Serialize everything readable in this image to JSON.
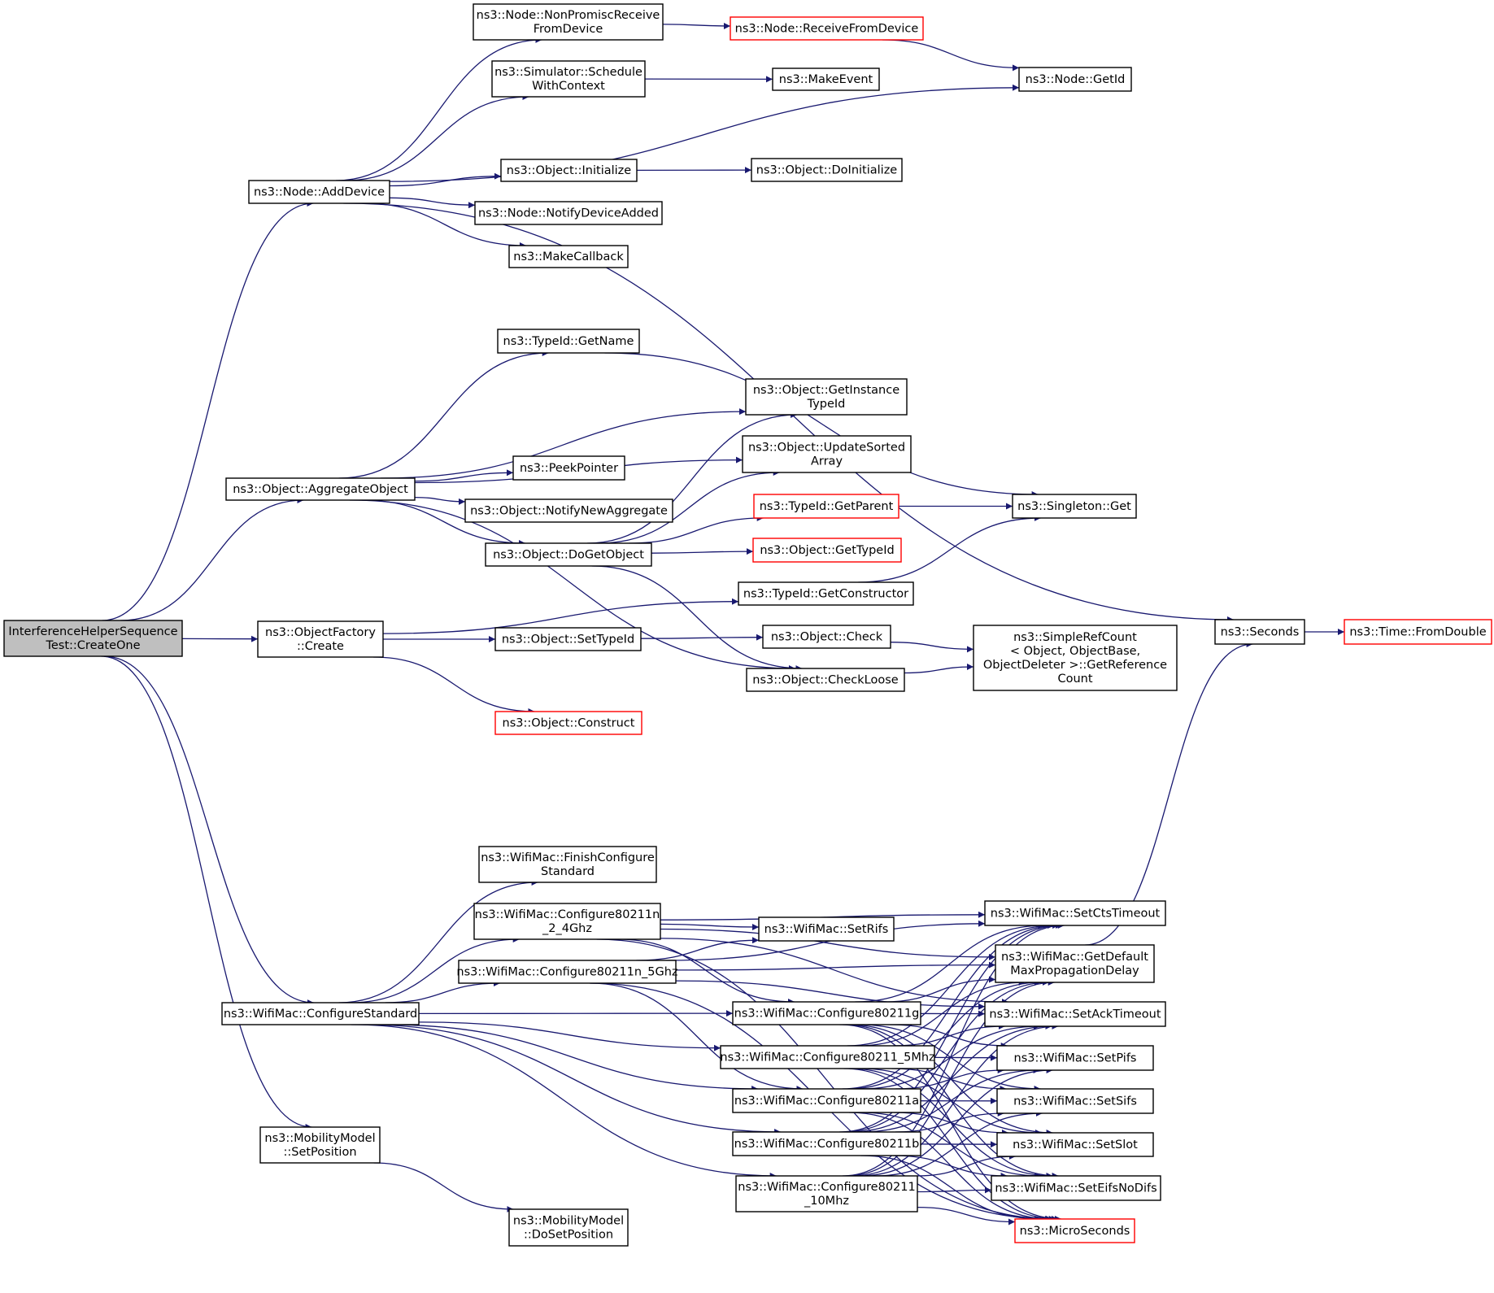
{
  "diagram": {
    "edge_color": "#191970",
    "node_border": "#000000",
    "external_border": "#ff0000",
    "root_fill": "#bfbfbf",
    "nodes": [
      {
        "id": "root",
        "lines": [
          "InterferenceHelperSequence",
          "Test::CreateOne"
        ],
        "style": "root"
      },
      {
        "id": "addDevice",
        "lines": [
          "ns3::Node::AddDevice"
        ]
      },
      {
        "id": "aggObj",
        "lines": [
          "ns3::Object::AggregateObject"
        ]
      },
      {
        "id": "ofCreate",
        "lines": [
          "ns3::ObjectFactory",
          "::Create"
        ]
      },
      {
        "id": "confStd",
        "lines": [
          "ns3::WifiMac::ConfigureStandard"
        ]
      },
      {
        "id": "mmSetPos",
        "lines": [
          "ns3::MobilityModel",
          "::SetPosition"
        ]
      },
      {
        "id": "nonPromisc",
        "lines": [
          "ns3::Node::NonPromiscReceive",
          "FromDevice"
        ]
      },
      {
        "id": "recvFromDev",
        "lines": [
          "ns3::Node::ReceiveFromDevice"
        ],
        "style": "red"
      },
      {
        "id": "schedCtx",
        "lines": [
          "ns3::Simulator::Schedule",
          "WithContext"
        ]
      },
      {
        "id": "makeEvent",
        "lines": [
          "ns3::MakeEvent"
        ]
      },
      {
        "id": "getId",
        "lines": [
          "ns3::Node::GetId"
        ]
      },
      {
        "id": "objInit",
        "lines": [
          "ns3::Object::Initialize"
        ]
      },
      {
        "id": "doInit",
        "lines": [
          "ns3::Object::DoInitialize"
        ]
      },
      {
        "id": "notifyDev",
        "lines": [
          "ns3::Node::NotifyDeviceAdded"
        ]
      },
      {
        "id": "makeCb",
        "lines": [
          "ns3::MakeCallback"
        ]
      },
      {
        "id": "tidGetName",
        "lines": [
          "ns3::TypeId::GetName"
        ]
      },
      {
        "id": "getInstTid",
        "lines": [
          "ns3::Object::GetInstance",
          "TypeId"
        ]
      },
      {
        "id": "updSorted",
        "lines": [
          "ns3::Object::UpdateSorted",
          "Array"
        ]
      },
      {
        "id": "peekPtr",
        "lines": [
          "ns3::PeekPointer"
        ]
      },
      {
        "id": "notifyAgg",
        "lines": [
          "ns3::Object::NotifyNewAggregate"
        ]
      },
      {
        "id": "doGetObj",
        "lines": [
          "ns3::Object::DoGetObject"
        ]
      },
      {
        "id": "tidGetParent",
        "lines": [
          "ns3::TypeId::GetParent"
        ],
        "style": "red"
      },
      {
        "id": "singGet",
        "lines": [
          "ns3::Singleton::Get"
        ]
      },
      {
        "id": "objGetTid",
        "lines": [
          "ns3::Object::GetTypeId"
        ],
        "style": "red"
      },
      {
        "id": "tidGetCtor",
        "lines": [
          "ns3::TypeId::GetConstructor"
        ]
      },
      {
        "id": "setTypeId",
        "lines": [
          "ns3::Object::SetTypeId"
        ]
      },
      {
        "id": "objCheck",
        "lines": [
          "ns3::Object::Check"
        ]
      },
      {
        "id": "simpleRef",
        "lines": [
          "ns3::SimpleRefCount",
          "< Object, ObjectBase,",
          " ObjectDeleter >::GetReference",
          "Count"
        ]
      },
      {
        "id": "checkLoose",
        "lines": [
          "ns3::Object::CheckLoose"
        ]
      },
      {
        "id": "construct",
        "lines": [
          "ns3::Object::Construct"
        ],
        "style": "red"
      },
      {
        "id": "seconds",
        "lines": [
          "ns3::Seconds"
        ]
      },
      {
        "id": "fromDouble",
        "lines": [
          "ns3::Time::FromDouble"
        ],
        "style": "red"
      },
      {
        "id": "finishConf",
        "lines": [
          "ns3::WifiMac::FinishConfigure",
          "Standard"
        ]
      },
      {
        "id": "conf11n24",
        "lines": [
          "ns3::WifiMac::Configure80211n",
          "_2_4Ghz"
        ]
      },
      {
        "id": "conf11n5",
        "lines": [
          "ns3::WifiMac::Configure80211n_5Ghz"
        ]
      },
      {
        "id": "setRifs",
        "lines": [
          "ns3::WifiMac::SetRifs"
        ]
      },
      {
        "id": "conf11g",
        "lines": [
          "ns3::WifiMac::Configure80211g"
        ]
      },
      {
        "id": "conf5mhz",
        "lines": [
          "ns3::WifiMac::Configure80211_5Mhz"
        ]
      },
      {
        "id": "conf11a",
        "lines": [
          "ns3::WifiMac::Configure80211a"
        ]
      },
      {
        "id": "conf11b",
        "lines": [
          "ns3::WifiMac::Configure80211b"
        ]
      },
      {
        "id": "conf10mhz",
        "lines": [
          "ns3::WifiMac::Configure80211",
          "_10Mhz"
        ]
      },
      {
        "id": "setCts",
        "lines": [
          "ns3::WifiMac::SetCtsTimeout"
        ]
      },
      {
        "id": "getMaxProp",
        "lines": [
          "ns3::WifiMac::GetDefault",
          "MaxPropagationDelay"
        ]
      },
      {
        "id": "setAck",
        "lines": [
          "ns3::WifiMac::SetAckTimeout"
        ]
      },
      {
        "id": "setPifs",
        "lines": [
          "ns3::WifiMac::SetPifs"
        ]
      },
      {
        "id": "setSifs",
        "lines": [
          "ns3::WifiMac::SetSifs"
        ]
      },
      {
        "id": "setSlot",
        "lines": [
          "ns3::WifiMac::SetSlot"
        ]
      },
      {
        "id": "setEifs",
        "lines": [
          "ns3::WifiMac::SetEifsNoDifs"
        ]
      },
      {
        "id": "microSec",
        "lines": [
          "ns3::MicroSeconds"
        ],
        "style": "red"
      },
      {
        "id": "mmDoSetPos",
        "lines": [
          "ns3::MobilityModel",
          "::DoSetPosition"
        ]
      }
    ],
    "edges": [
      [
        "root",
        "addDevice"
      ],
      [
        "root",
        "aggObj"
      ],
      [
        "root",
        "ofCreate"
      ],
      [
        "root",
        "confStd"
      ],
      [
        "root",
        "mmSetPos"
      ],
      [
        "addDevice",
        "nonPromisc"
      ],
      [
        "addDevice",
        "schedCtx"
      ],
      [
        "addDevice",
        "getId"
      ],
      [
        "addDevice",
        "objInit"
      ],
      [
        "addDevice",
        "notifyDev"
      ],
      [
        "addDevice",
        "makeCb"
      ],
      [
        "addDevice",
        "seconds"
      ],
      [
        "nonPromisc",
        "recvFromDev"
      ],
      [
        "recvFromDev",
        "getId"
      ],
      [
        "schedCtx",
        "makeEvent"
      ],
      [
        "objInit",
        "doInit"
      ],
      [
        "aggObj",
        "tidGetName"
      ],
      [
        "aggObj",
        "getInstTid"
      ],
      [
        "aggObj",
        "updSorted"
      ],
      [
        "aggObj",
        "peekPtr"
      ],
      [
        "aggObj",
        "notifyAgg"
      ],
      [
        "aggObj",
        "doGetObj"
      ],
      [
        "aggObj",
        "checkLoose"
      ],
      [
        "tidGetName",
        "singGet"
      ],
      [
        "doGetObj",
        "getInstTid"
      ],
      [
        "doGetObj",
        "updSorted"
      ],
      [
        "doGetObj",
        "tidGetParent"
      ],
      [
        "doGetObj",
        "objGetTid"
      ],
      [
        "doGetObj",
        "checkLoose"
      ],
      [
        "tidGetParent",
        "singGet"
      ],
      [
        "tidGetCtor",
        "singGet"
      ],
      [
        "ofCreate",
        "tidGetCtor"
      ],
      [
        "ofCreate",
        "setTypeId"
      ],
      [
        "ofCreate",
        "construct"
      ],
      [
        "setTypeId",
        "objCheck"
      ],
      [
        "objCheck",
        "simpleRef"
      ],
      [
        "checkLoose",
        "simpleRef"
      ],
      [
        "seconds",
        "fromDouble"
      ],
      [
        "mmSetPos",
        "mmDoSetPos"
      ],
      [
        "confStd",
        "finishConf"
      ],
      [
        "confStd",
        "conf11n24"
      ],
      [
        "confStd",
        "conf11n5"
      ],
      [
        "confStd",
        "conf11g"
      ],
      [
        "confStd",
        "conf5mhz"
      ],
      [
        "confStd",
        "conf11a"
      ],
      [
        "confStd",
        "conf11b"
      ],
      [
        "confStd",
        "conf10mhz"
      ],
      [
        "conf11n24",
        "setCts"
      ],
      [
        "conf11n24",
        "getMaxProp"
      ],
      [
        "conf11n24",
        "setRifs"
      ],
      [
        "conf11n24",
        "conf11g"
      ],
      [
        "conf11n24",
        "setAck"
      ],
      [
        "conf11n24",
        "microSec"
      ],
      [
        "conf11n5",
        "setCts"
      ],
      [
        "conf11n5",
        "getMaxProp"
      ],
      [
        "conf11n5",
        "setRifs"
      ],
      [
        "conf11n5",
        "conf11a"
      ],
      [
        "conf11n5",
        "setAck"
      ],
      [
        "conf11n5",
        "microSec"
      ],
      [
        "conf11g",
        "setCts"
      ],
      [
        "conf11g",
        "getMaxProp"
      ],
      [
        "conf11g",
        "setAck"
      ],
      [
        "conf11g",
        "setPifs"
      ],
      [
        "conf11g",
        "setSifs"
      ],
      [
        "conf11g",
        "setSlot"
      ],
      [
        "conf11g",
        "setEifs"
      ],
      [
        "conf11g",
        "microSec"
      ],
      [
        "conf5mhz",
        "setCts"
      ],
      [
        "conf5mhz",
        "getMaxProp"
      ],
      [
        "conf5mhz",
        "setAck"
      ],
      [
        "conf5mhz",
        "setPifs"
      ],
      [
        "conf5mhz",
        "setSifs"
      ],
      [
        "conf5mhz",
        "setSlot"
      ],
      [
        "conf5mhz",
        "setEifs"
      ],
      [
        "conf5mhz",
        "microSec"
      ],
      [
        "conf11a",
        "setCts"
      ],
      [
        "conf11a",
        "getMaxProp"
      ],
      [
        "conf11a",
        "setAck"
      ],
      [
        "conf11a",
        "setPifs"
      ],
      [
        "conf11a",
        "setSifs"
      ],
      [
        "conf11a",
        "setSlot"
      ],
      [
        "conf11a",
        "setEifs"
      ],
      [
        "conf11a",
        "microSec"
      ],
      [
        "conf11b",
        "setCts"
      ],
      [
        "conf11b",
        "getMaxProp"
      ],
      [
        "conf11b",
        "setAck"
      ],
      [
        "conf11b",
        "setPifs"
      ],
      [
        "conf11b",
        "setSifs"
      ],
      [
        "conf11b",
        "setSlot"
      ],
      [
        "conf11b",
        "setEifs"
      ],
      [
        "conf11b",
        "microSec"
      ],
      [
        "conf10mhz",
        "setCts"
      ],
      [
        "conf10mhz",
        "getMaxProp"
      ],
      [
        "conf10mhz",
        "setAck"
      ],
      [
        "conf10mhz",
        "setPifs"
      ],
      [
        "conf10mhz",
        "setSifs"
      ],
      [
        "conf10mhz",
        "setSlot"
      ],
      [
        "conf10mhz",
        "setEifs"
      ],
      [
        "conf10mhz",
        "microSec"
      ],
      [
        "getMaxProp",
        "seconds"
      ]
    ]
  }
}
